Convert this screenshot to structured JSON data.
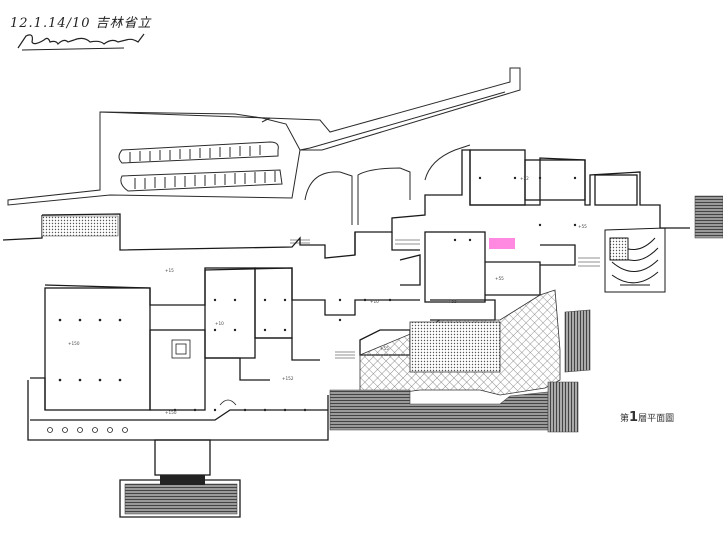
{
  "annotation": {
    "handwritten_line1": "12.1.14/10 吉林省立",
    "signature_is_image": true
  },
  "plan_title": {
    "prefix": "第",
    "number": "1",
    "suffix": "層平面圖"
  },
  "rooms": {
    "r1": "",
    "r2": "",
    "r3": "",
    "r4": "",
    "r5": "",
    "r6": "",
    "r7": "",
    "r8": "",
    "r9": ""
  },
  "levels": {
    "l1": "+150",
    "l2": "+15",
    "l3": "+10",
    "l4": "+152",
    "l5": "+150",
    "l6": "+10",
    "l7": "+55",
    "l8": "+55",
    "l9": "+55",
    "l10": "+22",
    "l11": "+55"
  },
  "colors": {
    "line": "#2a2a2a",
    "hatch": "#555555",
    "dark_fill": "#6e6e6e",
    "highlight": "#ff88e0",
    "paper": "#ffffff"
  }
}
